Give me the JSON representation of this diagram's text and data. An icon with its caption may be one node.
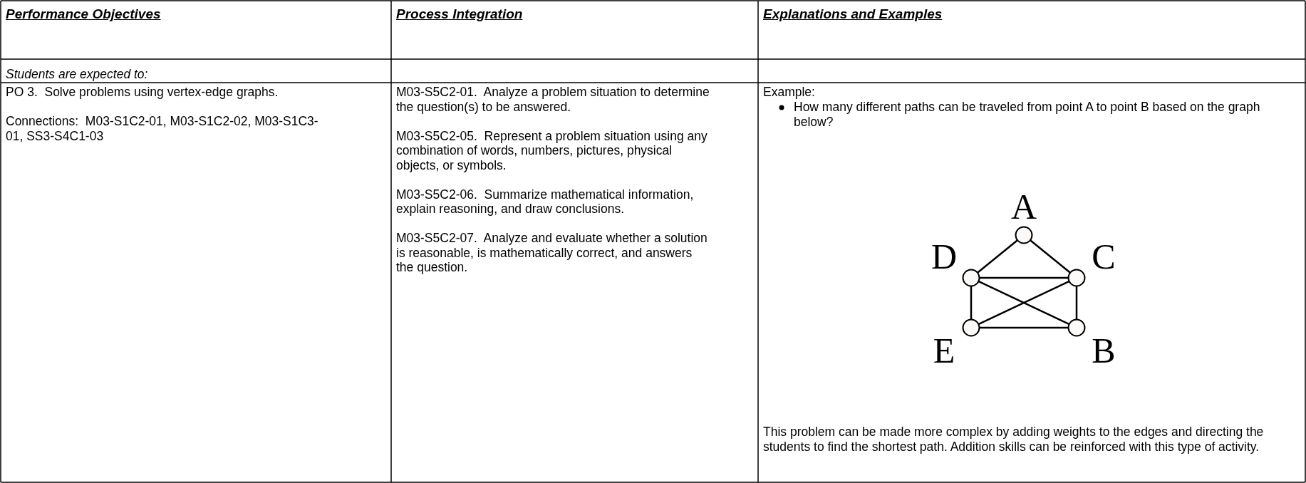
{
  "diagram": {
    "nodes": [
      {
        "text": [
          "A"
        ]
      },
      {
        "text": [
          "D"
        ]
      },
      {
        "text": [
          "C"
        ]
      },
      {
        "text": [
          "E"
        ]
      },
      {
        "text": [
          "B"
        ]
      }
    ],
    "edges": [
      {
        "from": 0,
        "to": 1,
        "arrow": "none"
      },
      {
        "from": 0,
        "to": 2,
        "arrow": "none"
      },
      {
        "from": 1,
        "to": 2,
        "arrow": "none"
      },
      {
        "from": 1,
        "to": 3,
        "arrow": "none"
      },
      {
        "from": 1,
        "to": 4,
        "arrow": "none"
      },
      {
        "from": 2,
        "to": 3,
        "arrow": "none"
      },
      {
        "from": 2,
        "to": 4,
        "arrow": "none"
      },
      {
        "from": 3,
        "to": 4,
        "arrow": "none"
      }
    ],
    "labels": [
      "Performance Objectives",
      "Process Integration",
      "Explanations and Examples",
      "Students are expected to:",
      "PO 3.  Solve problems using vertex-edge graphs.",
      "Connections:  M03-S1C2-01, M03-S1C2-02, M03-S1C3-01, SS3-S4C1-03",
      "M03-S5C2-01.  Analyze a problem situation to determine the question(s) to be answered.",
      "M03-S5C2-05.  Represent a problem situation using any combination of words, numbers, pictures, physical objects, or symbols.",
      "M03-S5C2-06.  Summarize mathematical information, explain reasoning, and draw conclusions.",
      "M03-S5C2-07.  Analyze and evaluate whether a solution is reasonable, is mathematically correct, and answers the question.",
      "Example:",
      "How many different paths can be traveled from point A to point B based on the graph below?",
      "This problem can be made more complex by adding weights to the edges and directing the students to find the shortest path. Addition skills can be reinforced with this type of activity."
    ]
  }
}
